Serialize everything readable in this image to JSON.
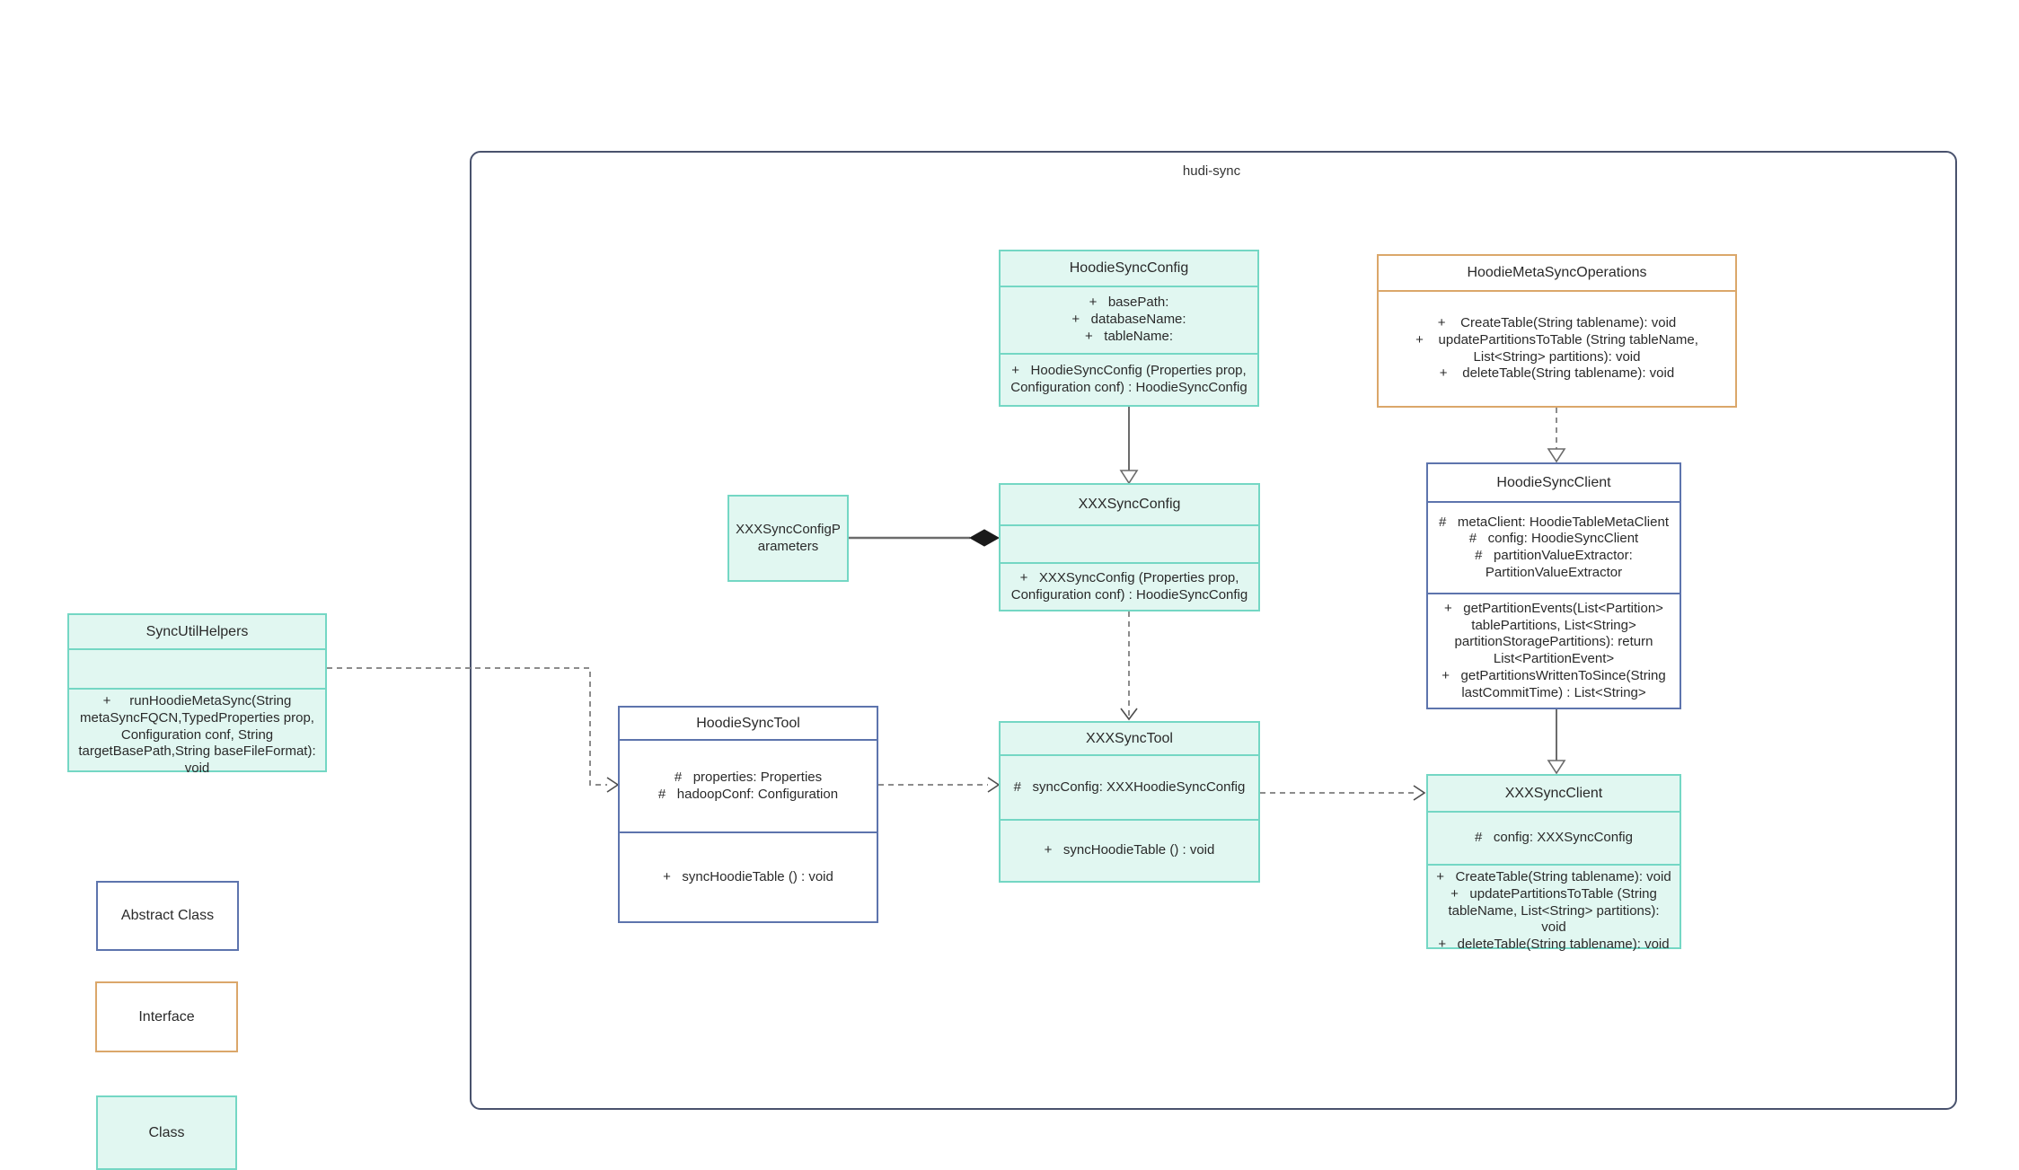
{
  "diagram": {
    "container_label": "hudi-sync",
    "colors": {
      "class_fill": "#e1f7f1",
      "class_border": "#74d7c4",
      "abstract_border": "#5d74ad",
      "interface_border": "#dba76a",
      "group_border": "#49526d",
      "connector_solid": "#6b6b6b",
      "connector_dashed": "#8c8c8c",
      "text": "#2a2a2a"
    },
    "legend": [
      {
        "label": "Abstract Class"
      },
      {
        "label": "Interface"
      },
      {
        "label": "Class"
      }
    ],
    "classes": {
      "hoodie_sync_config": {
        "title": "HoodieSyncConfig",
        "fields": [
          "+   basePath:",
          "+   databaseName:",
          "+   tableName:"
        ],
        "methods": [
          "+   HoodieSyncConfig (Properties prop, Configuration conf) : HoodieSyncConfig"
        ]
      },
      "hoodie_meta_sync_operations": {
        "title": "HoodieMetaSyncOperations",
        "fields": [],
        "methods": [
          "+    CreateTable(String tablename): void",
          "+    updatePartitionsToTable (String tableName, List<String> partitions): void",
          "+    deleteTable(String tablename): void"
        ]
      },
      "xxx_sync_config_parameters": {
        "title": "XXXSyncConfigParameters"
      },
      "xxx_sync_config": {
        "title": "XXXSyncConfig",
        "fields": [],
        "methods": [
          "+   XXXSyncConfig (Properties prop, Configuration conf) : HoodieSyncConfig"
        ]
      },
      "hoodie_sync_client": {
        "title": "HoodieSyncClient",
        "fields": [
          "#   metaClient: HoodieTableMetaClient",
          "#   config: HoodieSyncClient",
          "#   partitionValueExtractor: PartitionValueExtractor"
        ],
        "methods": [
          "+   getPartitionEvents(List<Partition> tablePartitions, List<String> partitionStoragePartitions): return List<PartitionEvent>",
          "+   getPartitionsWrittenToSince(String lastCommitTime) : List<String>"
        ]
      },
      "sync_util_helpers": {
        "title": "SyncUtilHelpers",
        "fields": [],
        "methods": [
          "+     runHoodieMetaSync(String metaSyncFQCN,TypedProperties prop, Configuration conf, String targetBasePath,String baseFileFormat): void"
        ]
      },
      "hoodie_sync_tool": {
        "title": "HoodieSyncTool",
        "fields": [
          "#   properties: Properties",
          "#   hadoopConf: Configuration"
        ],
        "methods": [
          "+   syncHoodieTable () : void"
        ]
      },
      "xxx_sync_tool": {
        "title": "XXXSyncTool",
        "fields": [
          "#   syncConfig: XXXHoodieSyncConfig"
        ],
        "methods": [
          "+   syncHoodieTable () : void"
        ]
      },
      "xxx_sync_client": {
        "title": "XXXSyncClient",
        "fields": [
          "#   config: XXXSyncConfig"
        ],
        "methods": [
          "+   CreateTable(String tablename): void",
          "+   updatePartitionsToTable (String tableName, List<String> partitions): void",
          "+   deleteTable(String tablename): void"
        ]
      }
    }
  }
}
